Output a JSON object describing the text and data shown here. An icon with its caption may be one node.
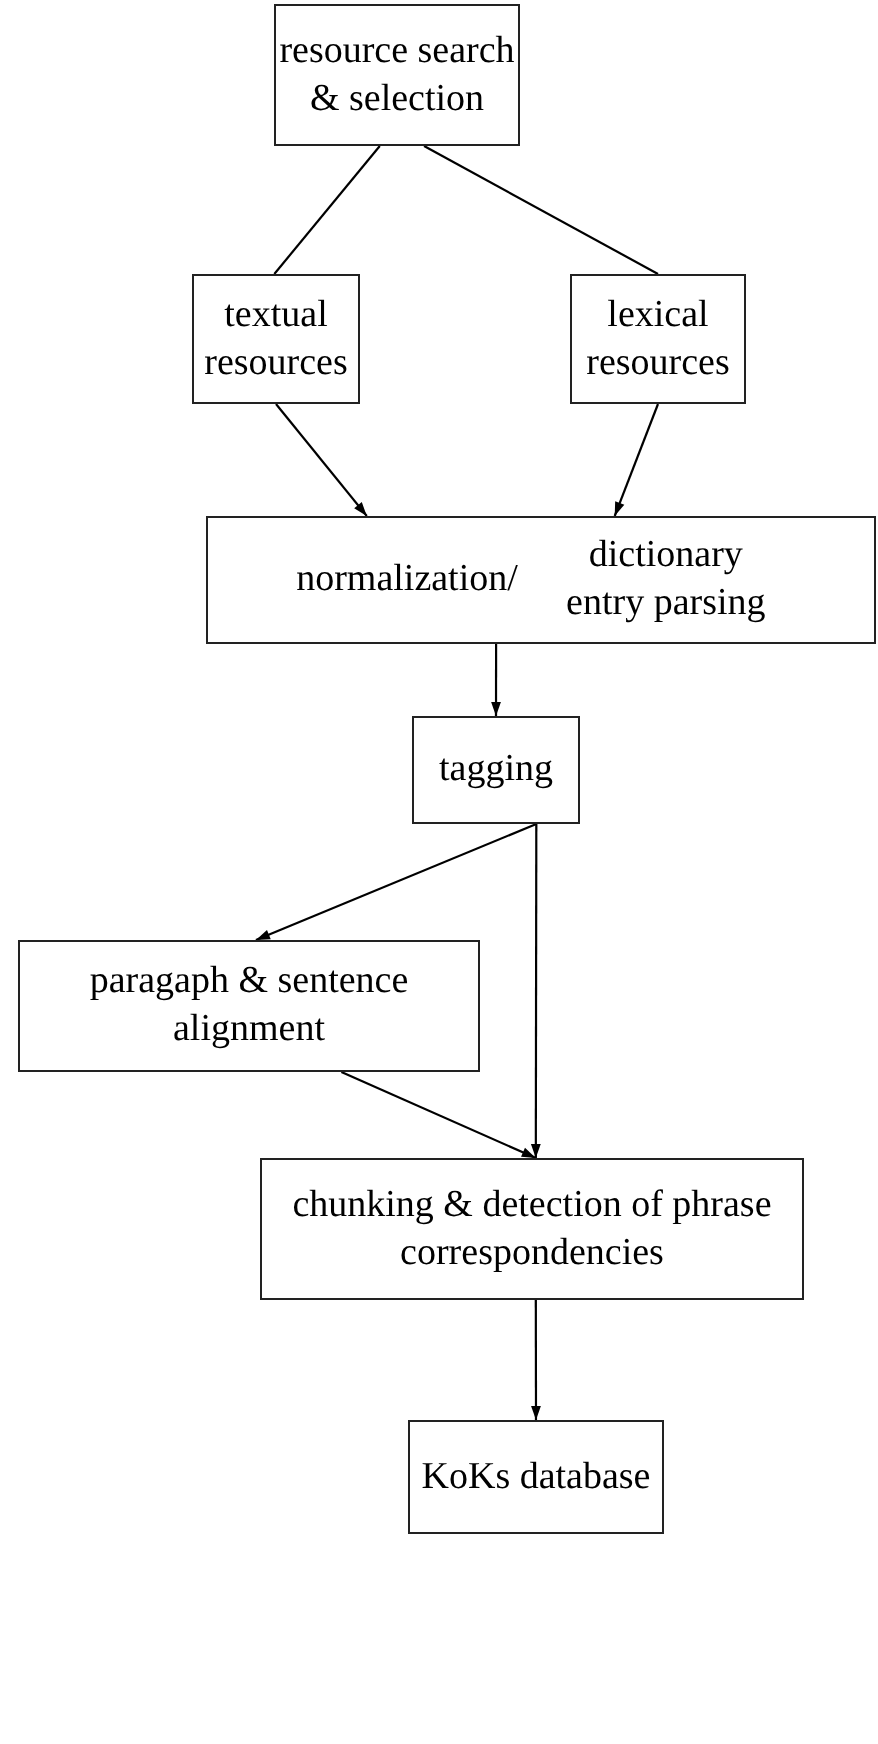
{
  "diagram": {
    "nodes": [
      {
        "text": [
          "resource search & selection"
        ]
      },
      {
        "text": [
          "textual resources"
        ]
      },
      {
        "text": [
          "lexical resources"
        ]
      },
      {
        "text": [
          "normalization/",
          "dictionary entry parsing"
        ]
      },
      {
        "text": [
          "tagging"
        ]
      },
      {
        "text": [
          "paragaph & sentence alignment"
        ]
      },
      {
        "text": [
          "chunking & detection of phrase correspondencies"
        ]
      },
      {
        "text": [
          "KoKs database"
        ]
      }
    ],
    "edges": [
      {
        "from": 0,
        "to": 1,
        "arrow": "none"
      },
      {
        "from": 0,
        "to": 2,
        "arrow": "none"
      },
      {
        "from": 1,
        "to": 3,
        "arrow": "to"
      },
      {
        "from": 2,
        "to": 3,
        "arrow": "to"
      },
      {
        "from": 3,
        "to": 4,
        "arrow": "to"
      },
      {
        "from": 4,
        "to": 5,
        "arrow": "to"
      },
      {
        "from": 4,
        "to": 6,
        "arrow": "to"
      },
      {
        "from": 5,
        "to": 6,
        "arrow": "to"
      },
      {
        "from": 6,
        "to": 7,
        "arrow": "to"
      }
    ]
  }
}
